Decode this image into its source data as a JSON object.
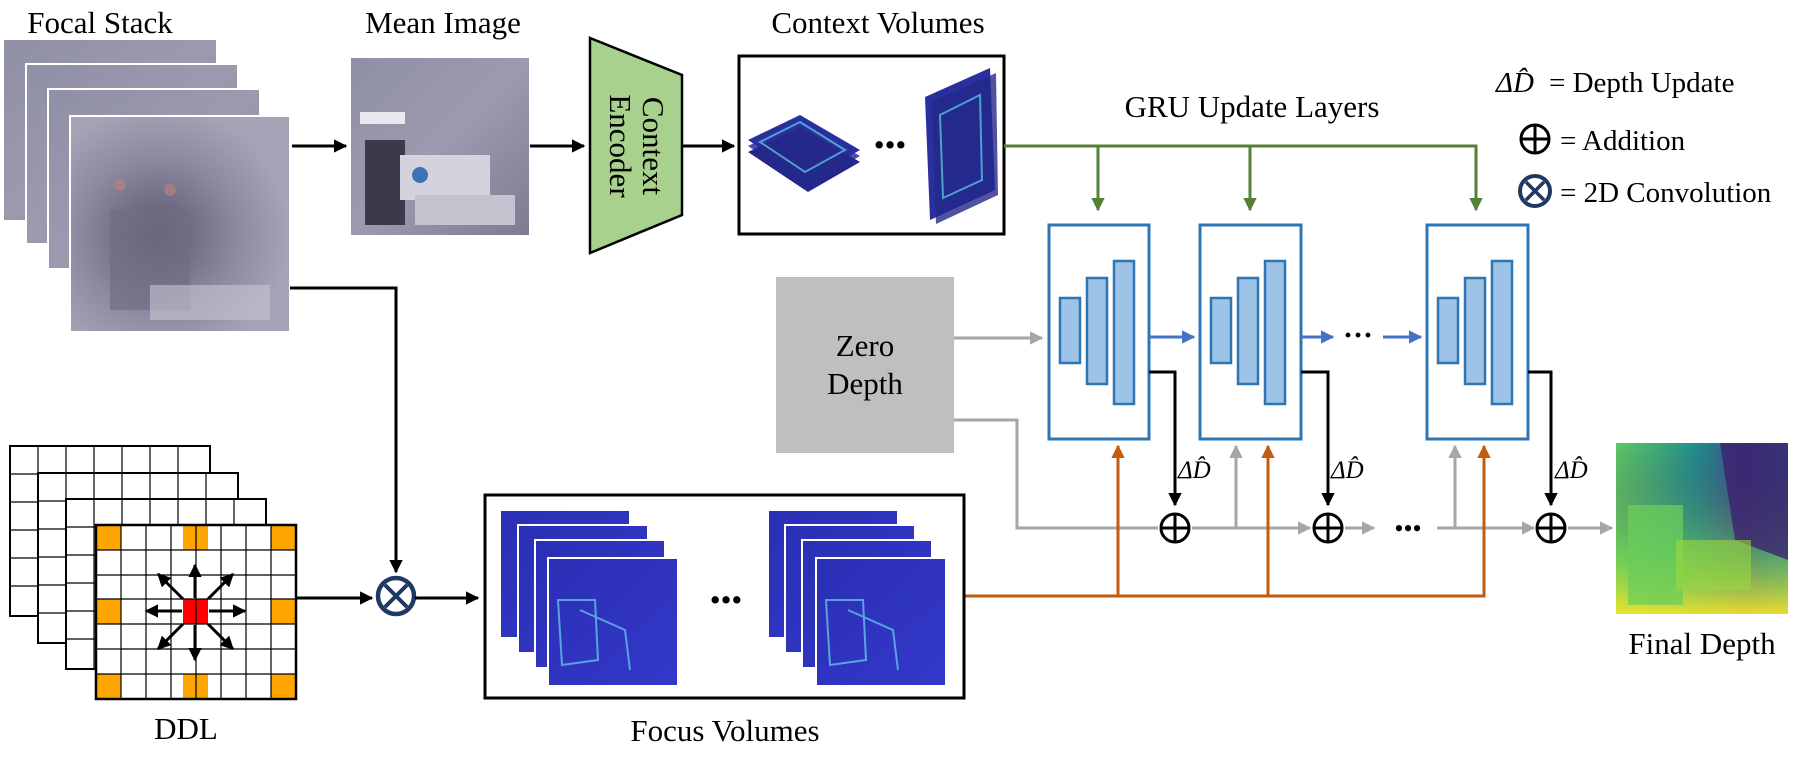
{
  "labels": {
    "focal_stack": "Focal Stack",
    "mean_image": "Mean Image",
    "context_encoder_line1": "Context",
    "context_encoder_line2": "Encoder",
    "context_volumes": "Context Volumes",
    "gru_update_layers": "GRU Update Layers",
    "zero_depth_line1": "Zero",
    "zero_depth_line2": "Depth",
    "ddl": "DDL",
    "focus_volumes": "Focus Volumes",
    "final_depth": "Final Depth",
    "ellipsis": "•••",
    "small_ellipsis": "···",
    "delta_d": "ΔD̂"
  },
  "legend": {
    "depth_update_symbol": "ΔD̂",
    "depth_update": "= Depth Update",
    "addition": "= Addition",
    "convolution": "= 2D Convolution"
  },
  "colors": {
    "green_arrow": "#548235",
    "blue_arrow": "#4472c4",
    "orange_arrow": "#c55a11",
    "gray_arrow": "#a6a6a6",
    "gru_border": "#2e75b6",
    "gru_bar": "#9dc3e6",
    "encoder_fill": "#a9d18e",
    "zero_depth_fill": "#bfbfbf",
    "ddl_orange": "#ffa500",
    "ddl_red": "#ff0000",
    "conv_navy": "#1f3864"
  }
}
